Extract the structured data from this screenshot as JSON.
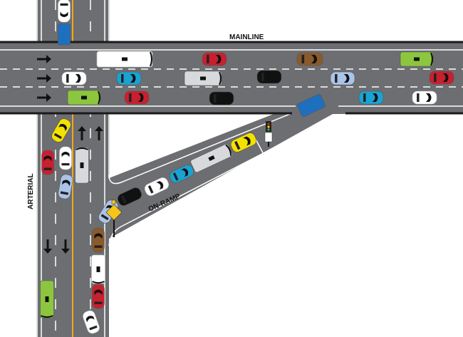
{
  "labels": {
    "mainline": "MAINLINE",
    "arterial": "ARTERIAL",
    "on_ramp": "ON-RAMP"
  },
  "colors": {
    "road": "#6d6e71",
    "edge": "#1a1a1a",
    "lane_line": "#ffffff",
    "center_line": "#f0a81c"
  }
}
